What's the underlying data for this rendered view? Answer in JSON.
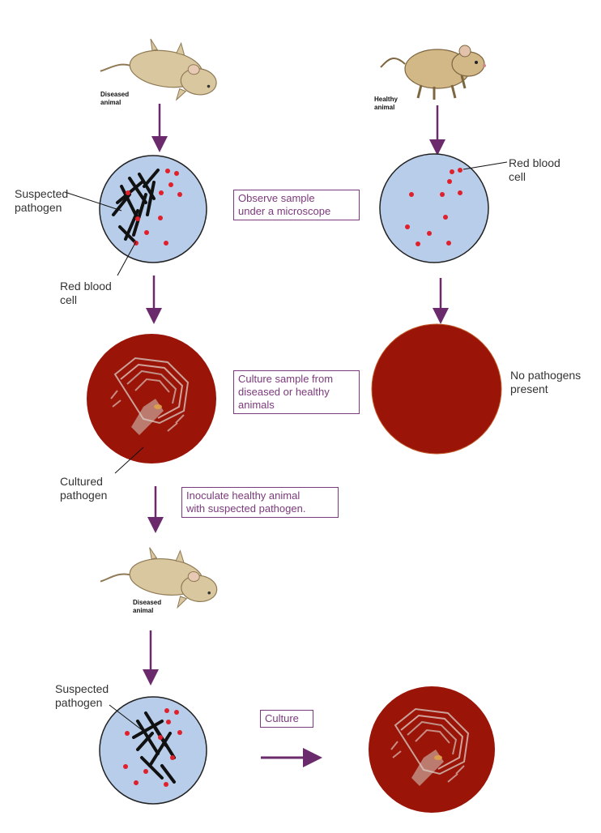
{
  "labels": {
    "diseased_animal_top": "Diseased\nanimal",
    "healthy_animal": "Healthy\nanimal",
    "suspected_pathogen_top": "Suspected\npathogen",
    "red_blood_cell_left": "Red blood\ncell",
    "red_blood_cell_right": "Red blood\ncell",
    "no_pathogens": "No pathogens\npresent",
    "cultured_pathogen": "Cultured\npathogen",
    "diseased_animal_bottom": "Diseased\nanimal",
    "suspected_pathogen_bottom": "Suspected\npathogen"
  },
  "steps": {
    "observe": "Observe sample\nunder a microscope",
    "culture_sample": "Culture sample from\ndiseased or healthy\nanimals",
    "inoculate": "Inoculate healthy animal\nwith suspected pathogen.",
    "culture": "Culture"
  },
  "colors": {
    "arrow": "#6b2a6b",
    "blood_sample": "#b8cdea",
    "red_cell": "#e0202a",
    "agar": "#9a1408",
    "box_border": "#7b3a7b"
  }
}
